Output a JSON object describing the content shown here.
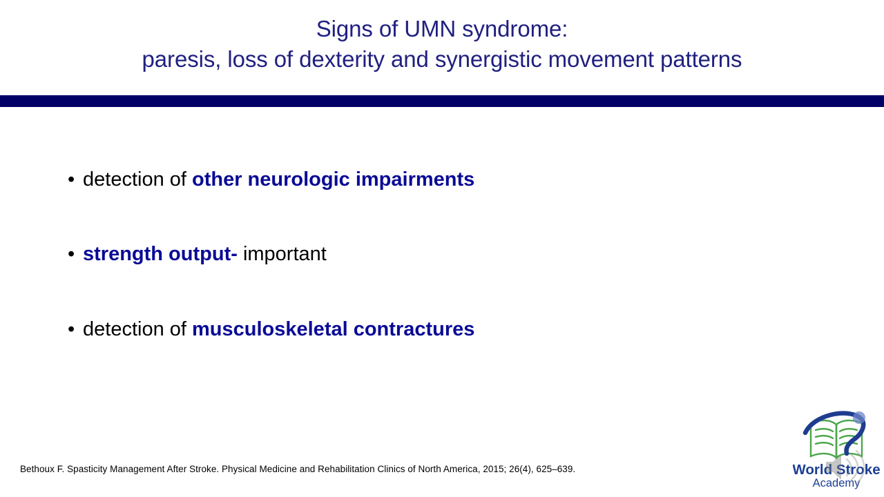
{
  "slide": {
    "background_color": "#FFFFFF",
    "title": {
      "line1": "Signs of UMN syndrome:",
      "line2": "paresis, loss of dexterity and synergistic movement patterns",
      "color": "#202080"
    },
    "divider": {
      "color": "#000066"
    },
    "bullets": [
      {
        "marker": "•",
        "parts": [
          {
            "text": "detection of ",
            "style": "plain"
          },
          {
            "text": "other neurologic impairments",
            "style": "accent"
          }
        ],
        "plain_1": "detection of ",
        "accent_1": "other neurologic impairments"
      },
      {
        "marker": "•",
        "parts": [
          {
            "text": "strength output-",
            "style": "accent"
          },
          {
            "text": " important",
            "style": "plain"
          }
        ],
        "accent_1": "strength output-",
        "plain_1": " important"
      },
      {
        "marker": "•",
        "parts": [
          {
            "text": "detection of ",
            "style": "plain"
          },
          {
            "text": "musculoskeletal contractures",
            "style": "accent"
          }
        ],
        "plain_1": "detection of ",
        "accent_1": "musculoskeletal contractures"
      }
    ],
    "accent_color": "#0A0A96",
    "text_color": "#000000",
    "citation": "Bethoux F. Spasticity Management After Stroke. Physical Medicine and Rehabilitation Clinics of North America, 2015; 26(4), 625–639.",
    "logo": {
      "name": "world-stroke-academy-logo",
      "line1": "World Stroke",
      "line2": "Academy",
      "text_color": "#1C3F94",
      "book_color": "#4CA64C",
      "swoosh_color": "#1F3D8F",
      "overlay_icon": "speaker-icon"
    }
  }
}
